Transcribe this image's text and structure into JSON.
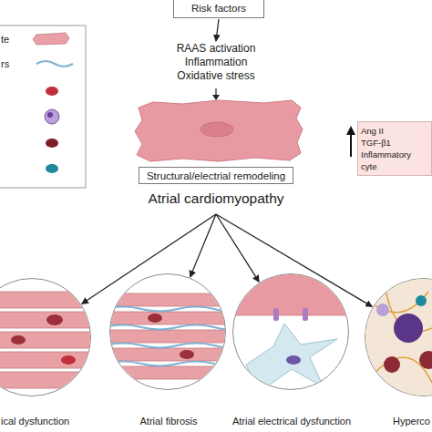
{
  "diagram": {
    "nodes": [
      {
        "text": [
          "Risk factors"
        ]
      },
      {
        "text": [
          "RAAS activation",
          "Inflammation",
          "Oxidative stress"
        ]
      },
      {
        "text": [
          "Ang II",
          "TGF-β1",
          "Inflammatory cyte"
        ]
      },
      {
        "text": [
          "Structural/electrial remodeling"
        ]
      },
      {
        "text": [
          "Atrial cardiomyopathy"
        ]
      },
      {
        "text": [
          "ical dysfunction"
        ]
      },
      {
        "text": [
          "Atrial fibrosis"
        ]
      },
      {
        "text": [
          "Atrial electrical dysfunction"
        ]
      },
      {
        "text": [
          "Hyperco"
        ]
      }
    ],
    "edges": [
      {
        "from": 0,
        "to": 1,
        "arrow": "to"
      },
      {
        "from": 4,
        "to": 5,
        "arrow": "to"
      },
      {
        "from": 4,
        "to": 6,
        "arrow": "to"
      },
      {
        "from": 4,
        "to": 7,
        "arrow": "to"
      },
      {
        "from": 4,
        "to": 8,
        "arrow": "to"
      }
    ],
    "legend": [
      {
        "text": "te"
      },
      {
        "text": "rs"
      }
    ]
  }
}
